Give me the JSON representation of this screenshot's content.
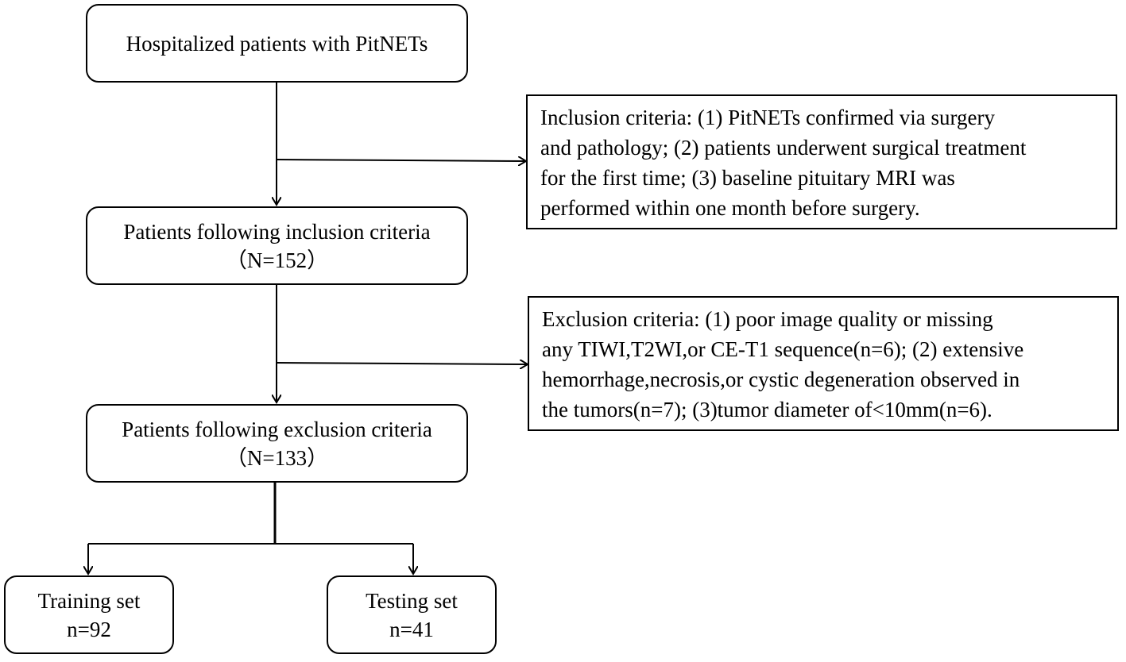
{
  "boxes": {
    "start": {
      "label": "Hospitalized patients with PitNETs"
    },
    "inclusion": {
      "label": "Patients following inclusion criteria",
      "count": "（N=152）"
    },
    "exclusion": {
      "label": "Patients following exclusion criteria",
      "count": "（N=133）"
    },
    "training": {
      "label": "Training set",
      "count": "n=92"
    },
    "testing": {
      "label": "Testing set",
      "count": "n=41"
    }
  },
  "criteria": {
    "inclusion": {
      "lines": [
        "Inclusion criteria: (1) PitNETs confirmed via surgery",
        "and pathology; (2) patients underwent surgical treatment",
        "for the first time; (3) baseline pituitary MRI was",
        "performed within one month before surgery."
      ]
    },
    "exclusion": {
      "lines": [
        "Exclusion criteria: (1) poor image quality or missing",
        "any TIWI,T2WI,or CE-T1 sequence(n=6); (2) extensive",
        "hemorrhage,necrosis,or cystic degeneration observed in",
        "the tumors(n=7); (3)tumor diameter of<10mm(n=6)."
      ]
    }
  }
}
